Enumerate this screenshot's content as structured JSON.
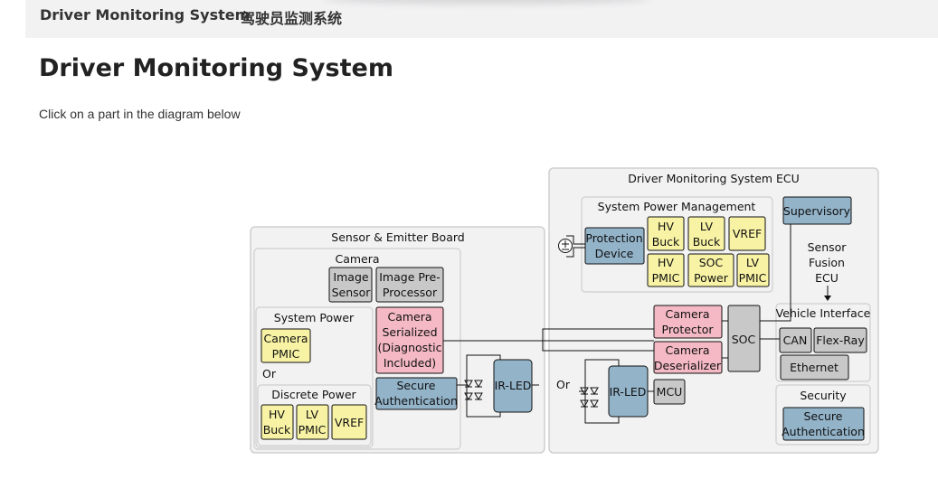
{
  "nav": {
    "site_title": "Driver Monitoring System",
    "language_link": "驾驶员监测系统"
  },
  "page": {
    "title": "Driver Monitoring System",
    "instruction": "Click on a part in the diagram below"
  },
  "colors": {
    "pink": "#f4b9c4",
    "yellow": "#f8f3a4",
    "blue": "#93b3c9",
    "gray": "#c8c8c8",
    "panel_bg": "#f2f2f2",
    "panel_border": "#cfcfcf",
    "topbar": "#f2f2f3"
  },
  "diagram": {
    "ecu_title": "Driver Monitoring System ECU",
    "board_title": "Sensor & Emitter Board",
    "camera_group": "Camera",
    "image_sensor": [
      "Image",
      "Sensor"
    ],
    "image_preprocessor": [
      "Image Pre-",
      "Processor"
    ],
    "system_power": "System Power",
    "camera_pmic": [
      "Camera",
      "PMIC"
    ],
    "or_label": "Or",
    "discrete_power": "Discrete Power",
    "board_hv_buck": [
      "HV",
      "Buck"
    ],
    "board_lv_pmic": [
      "LV",
      "PMIC"
    ],
    "board_vref": "VREF",
    "camera_serialized": [
      "Camera",
      "Serialized",
      "(Diagnostic",
      "Included)"
    ],
    "secure_auth_board": [
      "Secure",
      "Authentication"
    ],
    "ir_led_board": "IR-LED",
    "or_between": "Or",
    "ir_led_ecu": "IR-LED",
    "mcu": "MCU",
    "system_power_mgmt": "System Power Management",
    "protection_device": [
      "Protection",
      "Device"
    ],
    "ecu_hv_buck": [
      "HV",
      "Buck"
    ],
    "ecu_lv_buck": [
      "LV",
      "Buck"
    ],
    "ecu_vref": "VREF",
    "ecu_hv_pmic": [
      "HV",
      "PMIC"
    ],
    "soc_power": [
      "SOC",
      "Power"
    ],
    "ecu_lv_pmic": [
      "LV",
      "PMIC"
    ],
    "supervisory": "Supervisory",
    "sensor_fusion": [
      "Sensor",
      "Fusion",
      "ECU"
    ],
    "camera_protector": [
      "Camera",
      "Protector"
    ],
    "camera_deserializer": [
      "Camera",
      "Deserializer"
    ],
    "soc": "SOC",
    "vehicle_interface": "Vehicle Interface",
    "can": "CAN",
    "flexray": "Flex-Ray",
    "ethernet": "Ethernet",
    "security": "Security",
    "secure_auth_ecu": [
      "Secure",
      "Authentication"
    ]
  }
}
